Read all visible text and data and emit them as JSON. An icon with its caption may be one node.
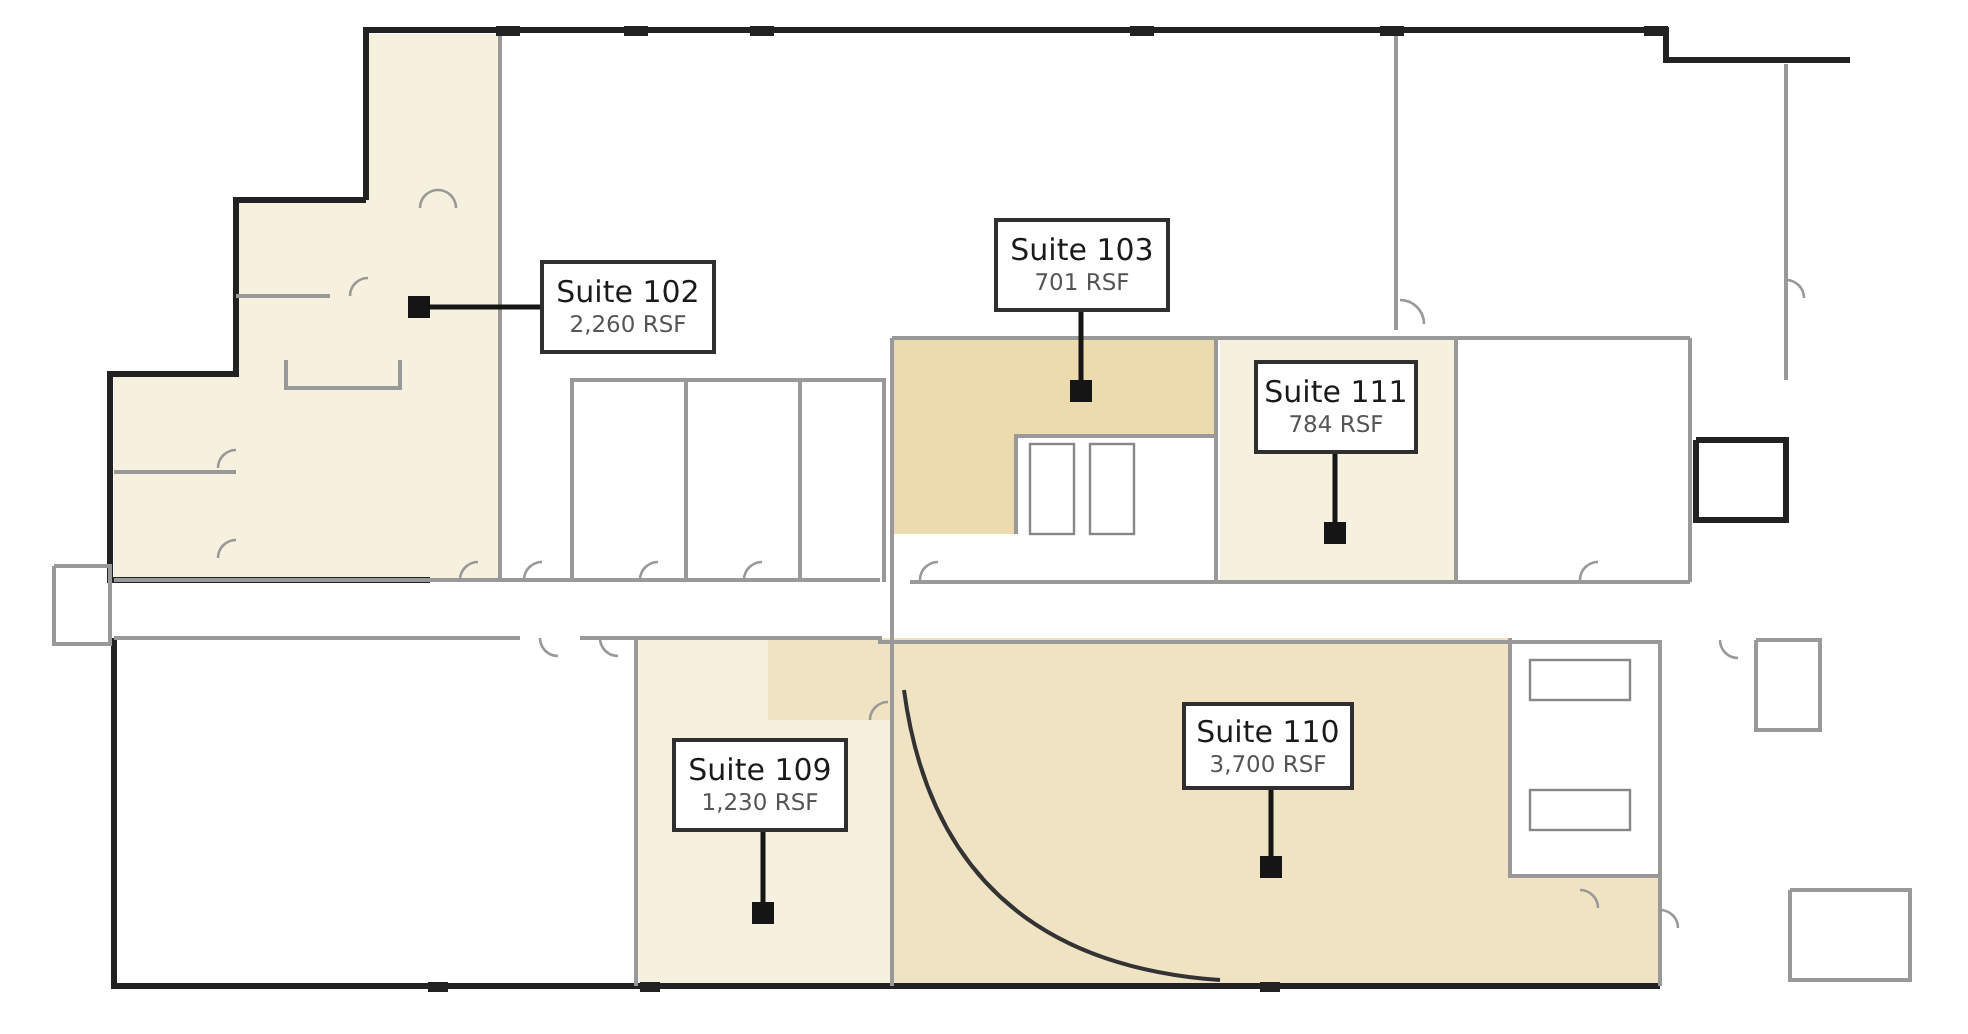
{
  "diagram": {
    "nodes": [
      {
        "text": [
          "Suite 103",
          "701 RSF"
        ]
      },
      {
        "text": [
          "Suite 102",
          "2,260 RSF"
        ]
      },
      {
        "text": [
          "Suite 111",
          "784 RSF"
        ]
      },
      {
        "text": [
          "Suite 110",
          "3,700 RSF"
        ]
      },
      {
        "text": [
          "Suite 109",
          "1,230 RSF"
        ]
      },
      {
        "text": [],
        "shape": "box"
      },
      {
        "text": [],
        "shape": "box"
      },
      {
        "text": [],
        "shape": "box"
      },
      {
        "text": [],
        "shape": "box"
      },
      {
        "text": [],
        "shape": "box"
      }
    ],
    "edges": [
      {
        "from": 1,
        "to": 5,
        "arrow": "none"
      },
      {
        "from": 4,
        "to": 6,
        "arrow": "none"
      },
      {
        "from": 0,
        "to": 7,
        "arrow": "none"
      },
      {
        "from": 3,
        "to": 8,
        "arrow": "none"
      },
      {
        "from": 2,
        "to": 9,
        "arrow": "none"
      }
    ]
  }
}
